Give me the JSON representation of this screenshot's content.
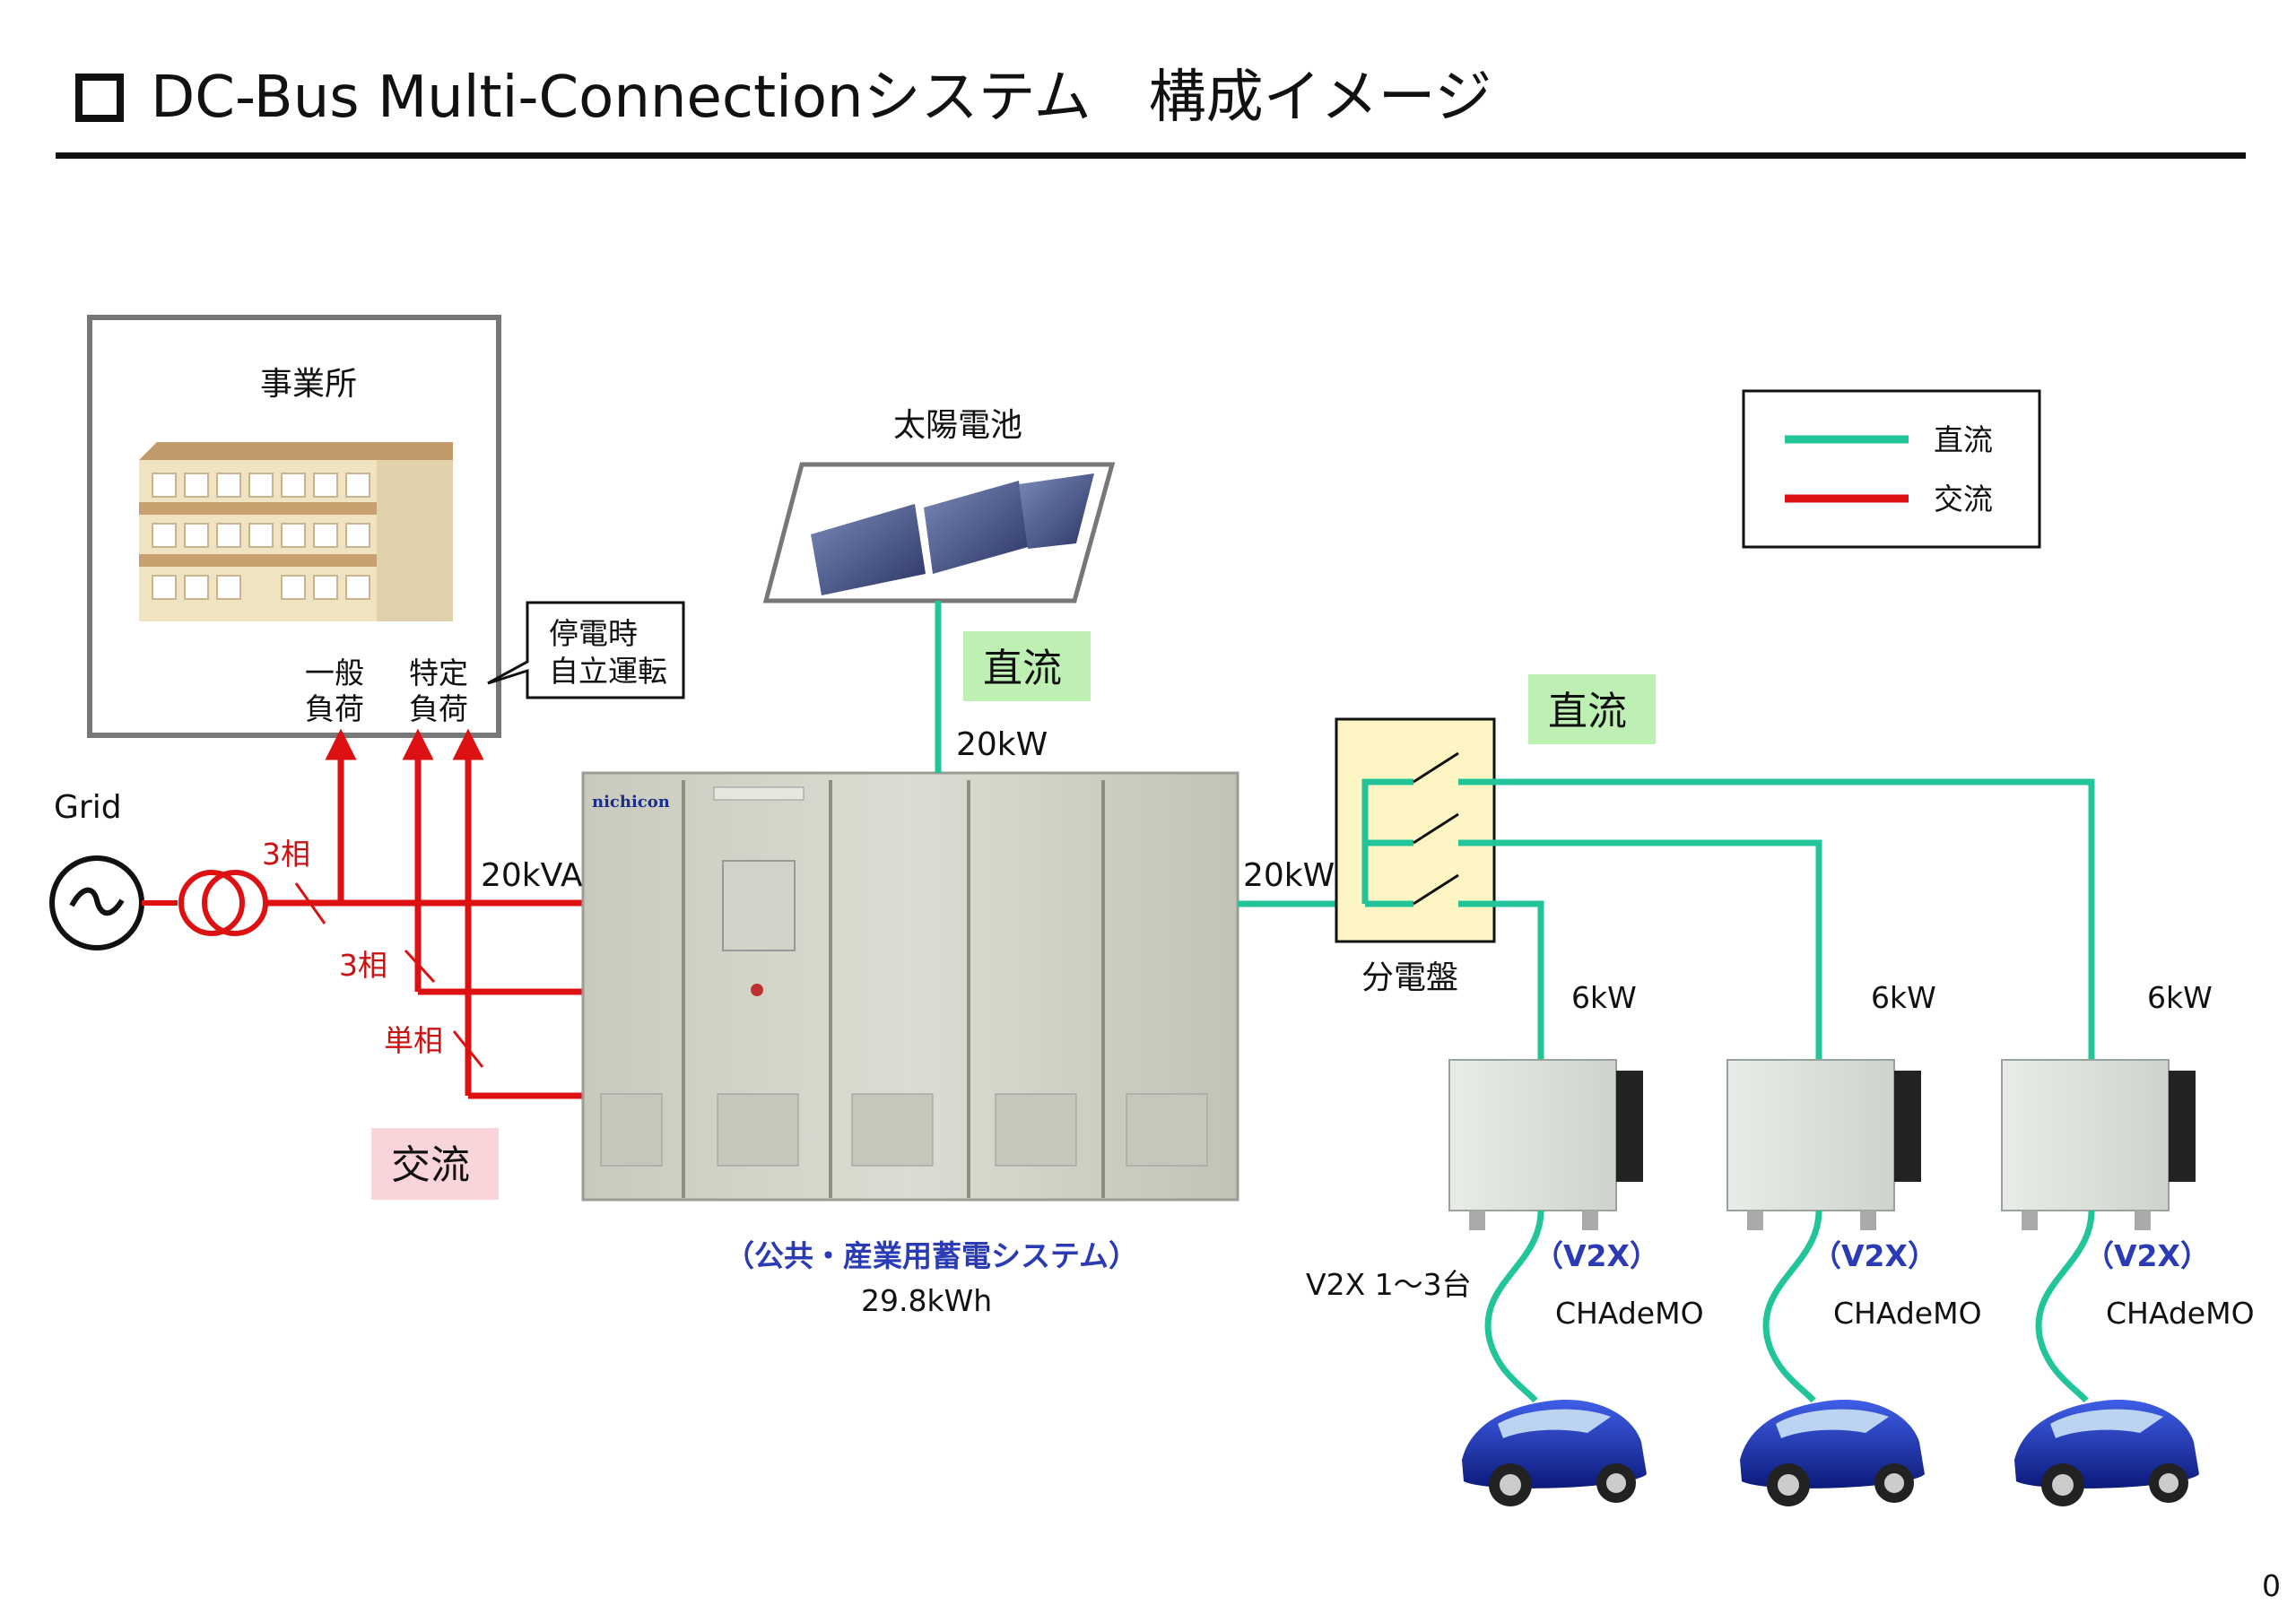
{
  "title": "DC-Bus Multi-Connectionシステム　構成イメージ",
  "page_number": "0",
  "legend": {
    "dc": {
      "label": "直流",
      "color": "#22c49a"
    },
    "ac": {
      "label": "交流",
      "color": "#dd1111"
    }
  },
  "office": {
    "label": "事業所",
    "load_general": [
      "一般",
      "負荷"
    ],
    "load_specific": [
      "特定",
      "負荷"
    ]
  },
  "callout": [
    "停電時",
    "自立運転"
  ],
  "grid": {
    "label": "Grid",
    "phase_3a": "3相",
    "phase_3b": "3相",
    "phase_1": "単相"
  },
  "ac_box_label": "交流",
  "solar": {
    "label": "太陽電池",
    "dc_box": "直流",
    "power": "20kW"
  },
  "storage": {
    "ac_power": "20kVA",
    "dc_power": "20kW",
    "caption": "（公共・産業用蓄電システム）",
    "capacity": "29.8kWh",
    "brand": "nichicon"
  },
  "panel": {
    "label": "分電盤",
    "dc_box": "直流"
  },
  "chargers": [
    {
      "power": "6kW",
      "mode": "（V2X）",
      "connector": "CHAdeMO"
    },
    {
      "power": "6kW",
      "mode": "（V2X）",
      "connector": "CHAdeMO"
    },
    {
      "power": "6kW",
      "mode": "（V2X）",
      "connector": "CHAdeMO"
    }
  ],
  "v2x_count": "V2X 1～3台"
}
